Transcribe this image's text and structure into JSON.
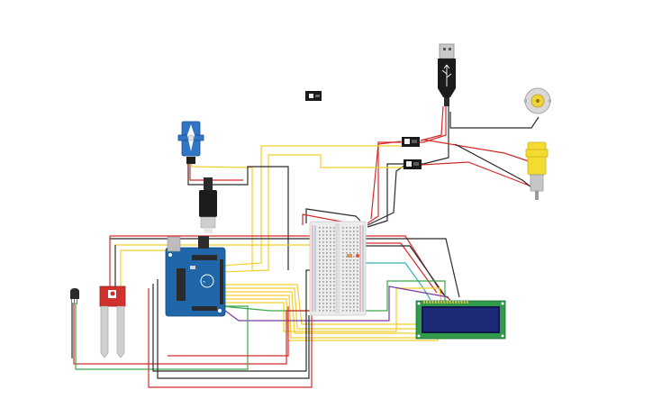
{
  "diagram": {
    "background": "#ffffff",
    "colors": {
      "wire_red": "#d42a2a",
      "wire_black": "#2b2b2b",
      "wire_yellow": "#f2cf2b",
      "wire_green": "#3aa84a",
      "wire_purple": "#7b3aa0",
      "wire_teal": "#37b3b3",
      "arduino_blue": "#1f67a8",
      "breadboard": "#ececec",
      "lcd_green": "#2f9b4a",
      "lcd_screen": "#1e2a78",
      "servo_blue": "#2f76c5",
      "motor_yellow": "#f4dc2f",
      "relay_black": "#1a1a1a",
      "sensor_red": "#d0312d",
      "usb_gray": "#8a8a8a"
    },
    "components": [
      {
        "id": "usb-plug",
        "icon": "usb-plug-icon"
      },
      {
        "id": "relay-module-top",
        "icon": "relay-icon"
      },
      {
        "id": "relay-module-1",
        "icon": "relay-icon"
      },
      {
        "id": "relay-module-2",
        "icon": "relay-icon"
      },
      {
        "id": "dc-motor",
        "icon": "dc-motor-icon"
      },
      {
        "id": "gear-motor",
        "icon": "gear-motor-icon"
      },
      {
        "id": "servo-motor",
        "icon": "servo-icon"
      },
      {
        "id": "barrel-jack",
        "icon": "power-jack-icon"
      },
      {
        "id": "arduino-uno",
        "icon": "microcontroller-icon"
      },
      {
        "id": "breadboard",
        "icon": "breadboard-icon"
      },
      {
        "id": "lcd-16x2",
        "icon": "lcd-display-icon"
      },
      {
        "id": "soil-moisture-sensor",
        "icon": "soil-sensor-icon"
      },
      {
        "id": "temperature-sensor",
        "icon": "temperature-sensor-icon"
      }
    ]
  }
}
